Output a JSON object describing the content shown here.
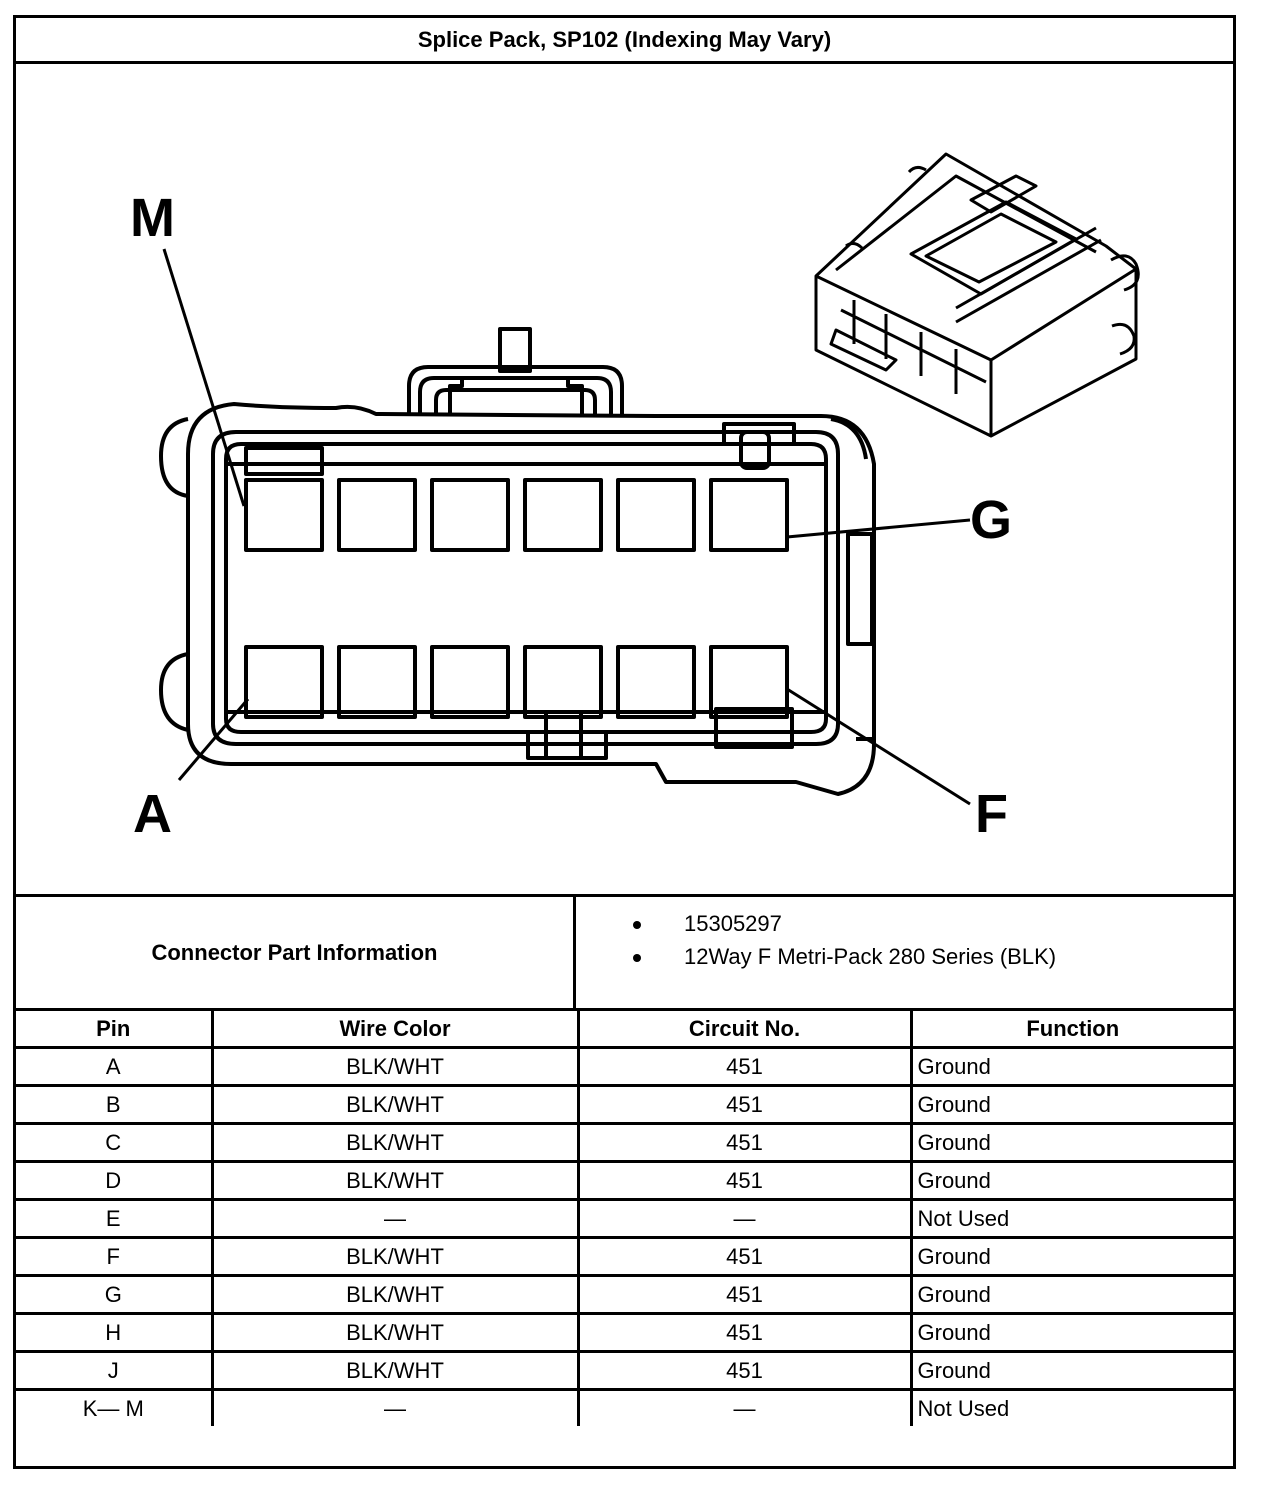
{
  "title": "Splice Pack, SP102 (Indexing May Vary)",
  "diagram": {
    "labels": {
      "top_left": "M",
      "right": "G",
      "bottom_left": "A",
      "bottom_right": "F"
    },
    "icons": [
      "connector-face-icon",
      "connector-3d-icon"
    ]
  },
  "connector_info": {
    "label": "Connector Part Information",
    "items": [
      "15305297",
      "12Way F Metri-Pack 280 Series (BLK)"
    ]
  },
  "table": {
    "headers": [
      "Pin",
      "Wire Color",
      "Circuit No.",
      "Function"
    ],
    "rows": [
      [
        "A",
        "BLK/WHT",
        "451",
        "Ground"
      ],
      [
        "B",
        "BLK/WHT",
        "451",
        "Ground"
      ],
      [
        "C",
        "BLK/WHT",
        "451",
        "Ground"
      ],
      [
        "D",
        "BLK/WHT",
        "451",
        "Ground"
      ],
      [
        "E",
        "—",
        "—",
        "Not Used"
      ],
      [
        "F",
        "BLK/WHT",
        "451",
        "Ground"
      ],
      [
        "G",
        "BLK/WHT",
        "451",
        "Ground"
      ],
      [
        "H",
        "BLK/WHT",
        "451",
        "Ground"
      ],
      [
        "J",
        "BLK/WHT",
        "451",
        "Ground"
      ],
      [
        "K— M",
        "—",
        "—",
        "Not Used"
      ]
    ]
  }
}
